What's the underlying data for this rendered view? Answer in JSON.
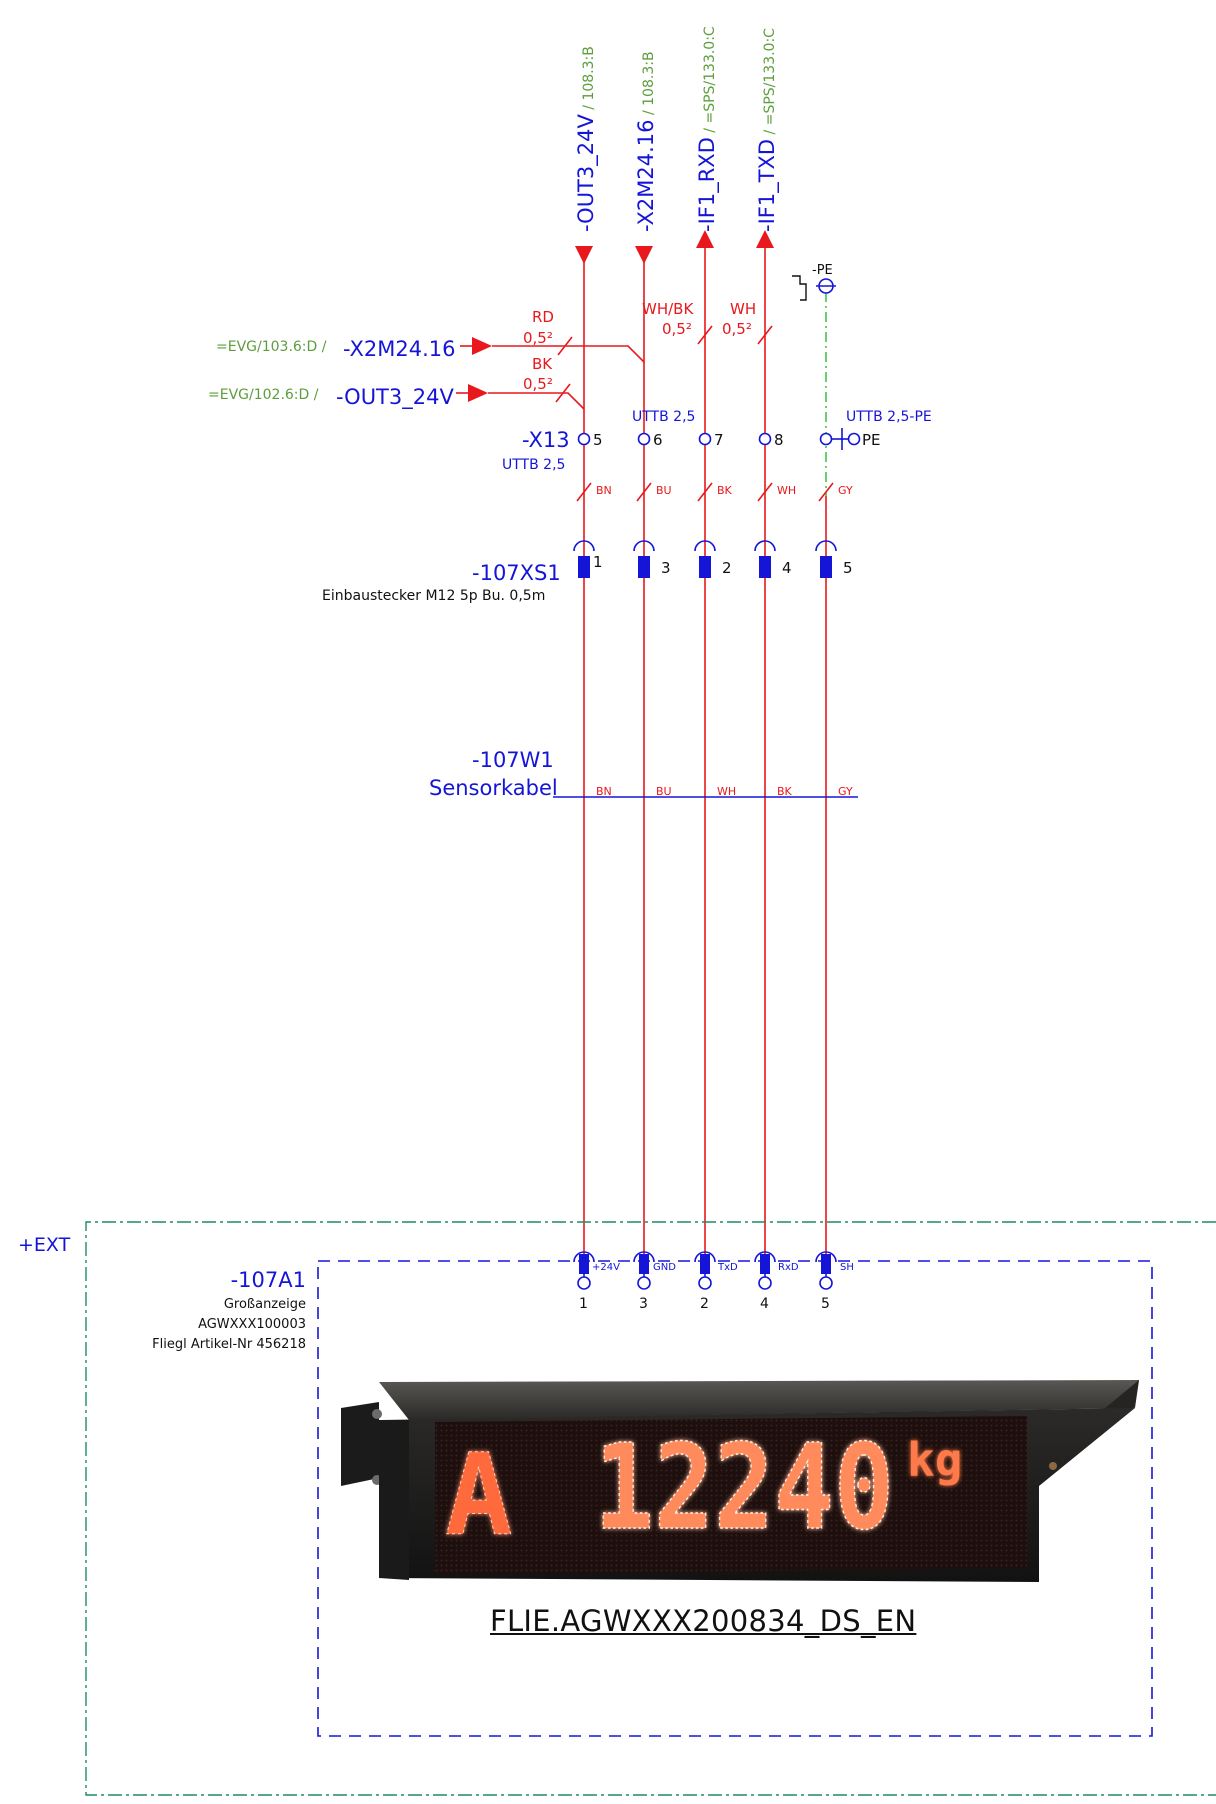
{
  "wires_top": [
    {
      "id": "out3",
      "name": "-OUT3_24V",
      "ref": " / 108.3:B",
      "dir": "in"
    },
    {
      "id": "x2m",
      "name": "-X2M24.16",
      "ref": " / 108.3:B",
      "dir": "in"
    },
    {
      "id": "rxd",
      "name": "-IF1_RXD",
      "ref": " / =SPS/133.0:C",
      "dir": "out"
    },
    {
      "id": "txd",
      "name": "-IF1_TXD",
      "ref": " / =SPS/133.0:C",
      "dir": "out"
    }
  ],
  "pe": {
    "label": "-PE"
  },
  "incoming": [
    {
      "ref": "=EVG/103.6:D / ",
      "name": "-X2M24.16",
      "color": "RD",
      "size": "0,5²"
    },
    {
      "ref": "=EVG/102.6:D / ",
      "name": "-OUT3_24V",
      "color": "BK",
      "size": "0,5²"
    }
  ],
  "upper_wire_labels": [
    {
      "color": "WH/BK",
      "size": "0,5²"
    },
    {
      "color": "WH",
      "size": "0,5²"
    }
  ],
  "terminal_block": {
    "name": "-X13",
    "type": "UTTB 2,5",
    "type_mid": "UTTB 2,5",
    "pe_type": "UTTB 2,5-PE",
    "pe_label": "PE",
    "terminals": [
      "5",
      "6",
      "7",
      "8"
    ]
  },
  "cores_upper": [
    "BN",
    "BU",
    "BK",
    "WH",
    "GY"
  ],
  "connector": {
    "name": "-107XS1",
    "desc": "Einbaustecker M12 5p Bu. 0,5m",
    "pins": [
      "1",
      "3",
      "2",
      "4",
      "5"
    ]
  },
  "cable": {
    "name": "-107W1",
    "desc": "Sensorkabel",
    "cores": [
      "BN",
      "BU",
      "WH",
      "BK",
      "GY"
    ]
  },
  "location": "+EXT",
  "device": {
    "name": "-107A1",
    "line1": "Großanzeige",
    "line2": "AGWXXX100003",
    "line3": "Fliegl Artikel-Nr 456218",
    "signals": [
      "+24V",
      "GND",
      "TxD",
      "RxD",
      "SH"
    ],
    "pins": [
      "1",
      "3",
      "2",
      "4",
      "5"
    ],
    "display_letter": "A",
    "display_value": "12240",
    "display_unit": "kg",
    "doc_link": "FLIE.AGWXXX200834_DS_EN"
  },
  "colors": {
    "wire": "#e8181c",
    "label": "#1515d8",
    "reference": "#5c9e3c",
    "pe_wire": "#43c443",
    "led": "#ff6a3c"
  }
}
